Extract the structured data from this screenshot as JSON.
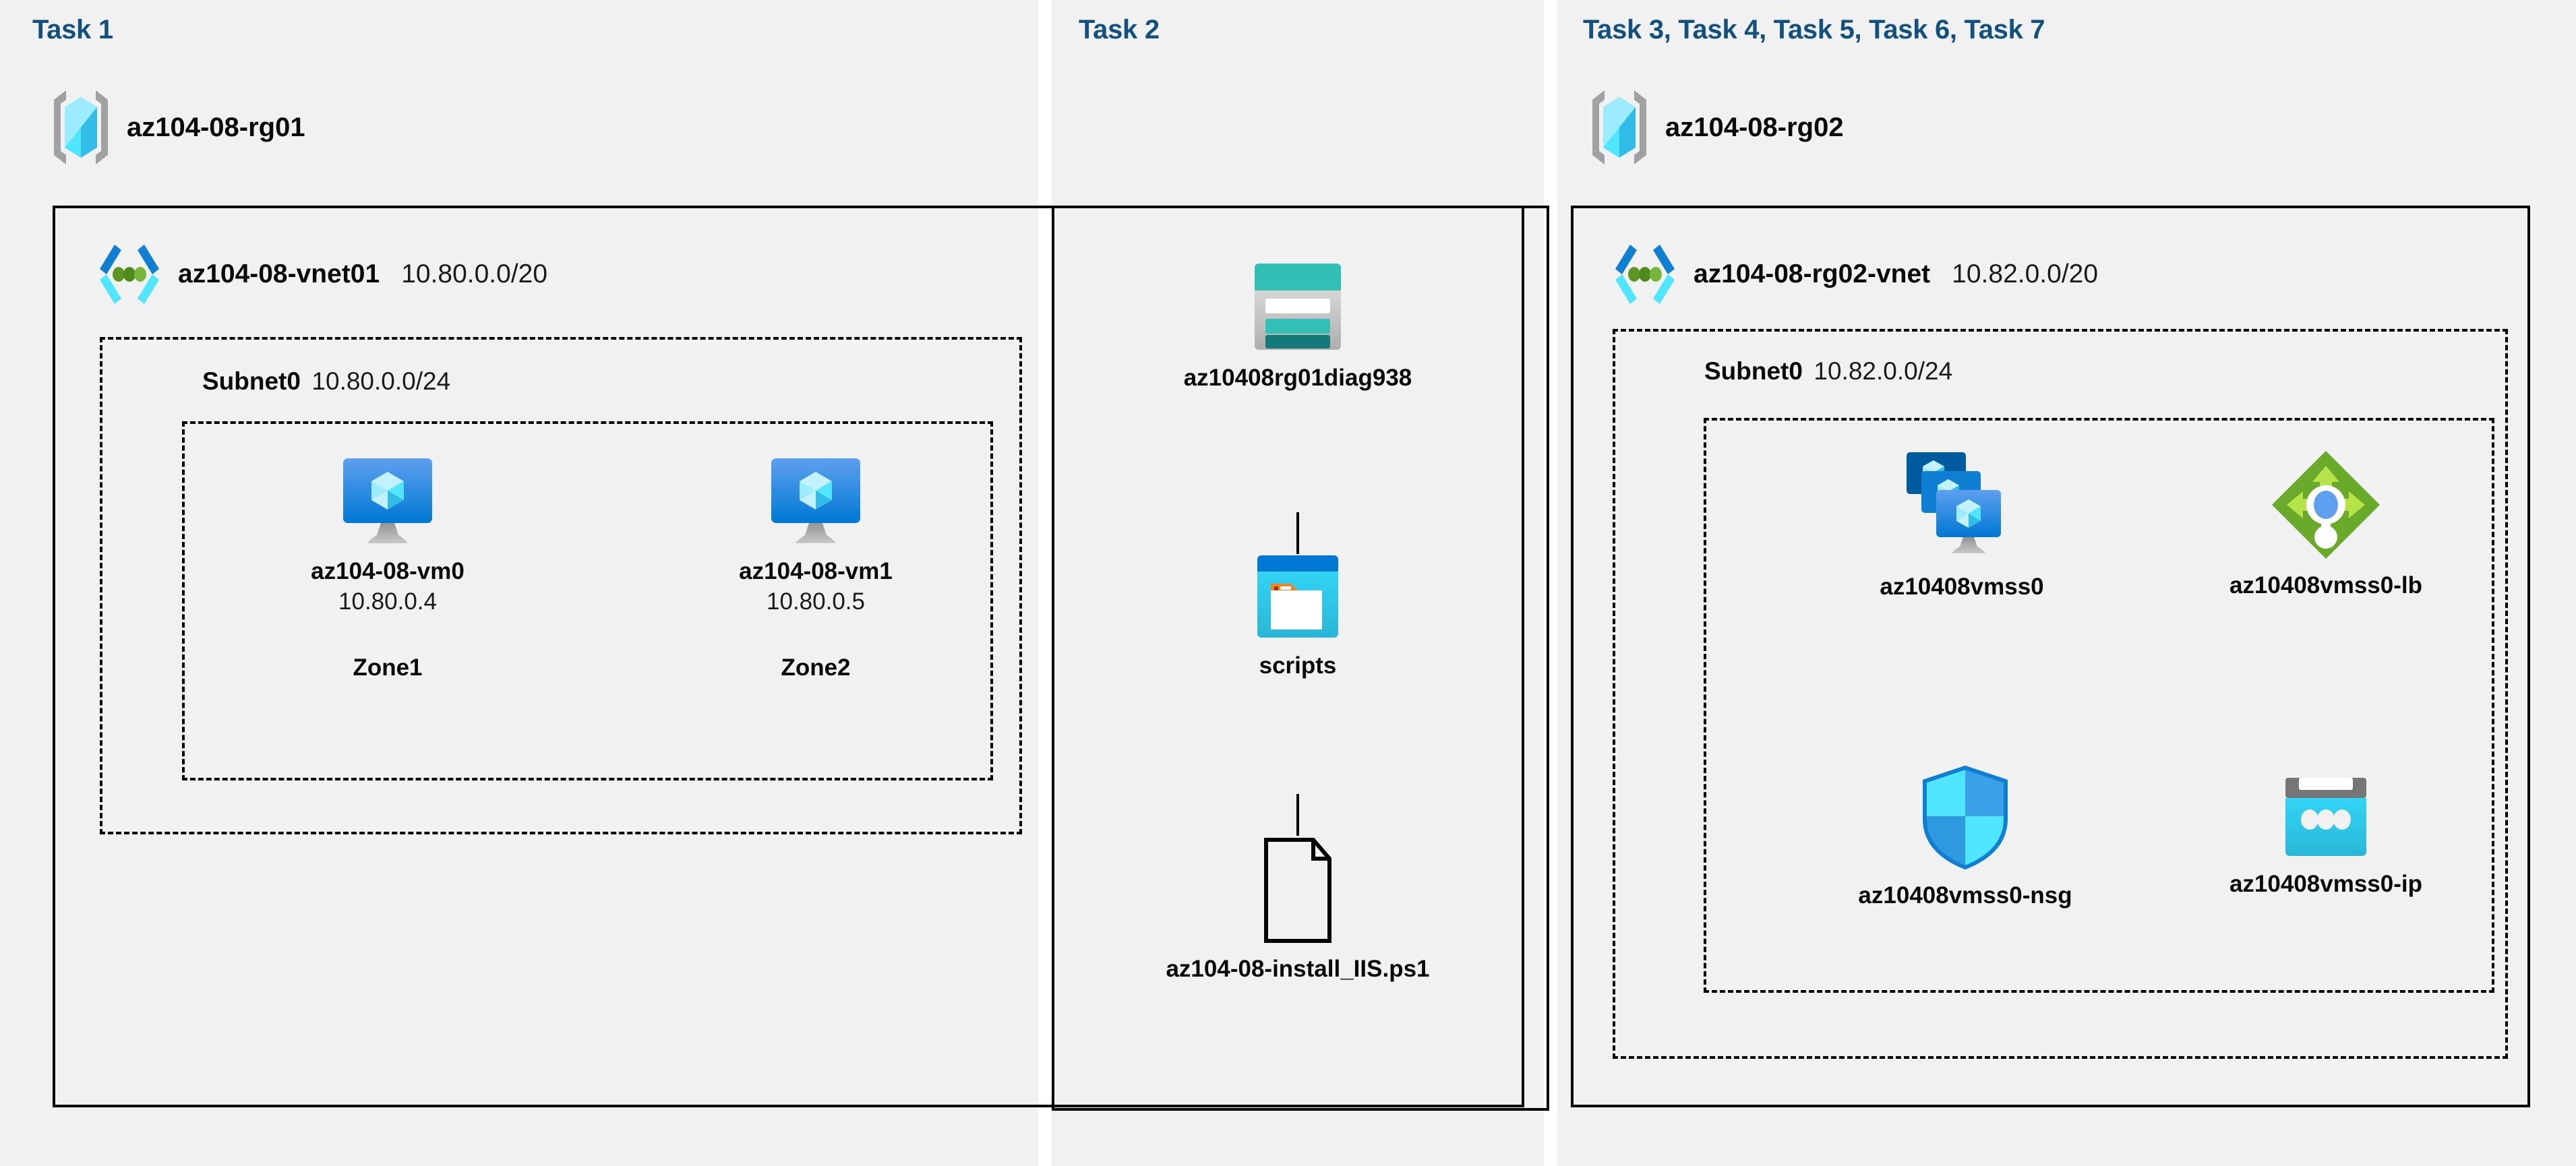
{
  "diagram": {
    "title": "Azure AZ-104 Lab 08 architecture",
    "background": "#ffffff",
    "panel_background": "#f1f1f1",
    "task_label_color": "#11507f",
    "border_color": "#000000"
  },
  "panels": [
    {
      "id": "task1",
      "label": "Task 1"
    },
    {
      "id": "task2",
      "label": "Task 2"
    },
    {
      "id": "task3",
      "label": "Task 3, Task 4, Task 5, Task 6, Task 7"
    }
  ],
  "resource_groups": [
    {
      "id": "rg01",
      "name": "az104-08-rg01",
      "icon": "resource-group-icon"
    },
    {
      "id": "rg02",
      "name": "az104-08-rg02",
      "icon": "resource-group-icon"
    }
  ],
  "vnets": [
    {
      "id": "vnet01",
      "name": "az104-08-vnet01",
      "cidr": "10.80.0.0/20",
      "icon": "virtual-network-icon"
    },
    {
      "id": "rg02vnet",
      "name": "az104-08-rg02-vnet",
      "cidr": "10.82.0.0/20",
      "icon": "virtual-network-icon"
    }
  ],
  "subnets": [
    {
      "id": "subnet0-left",
      "name": "Subnet0",
      "cidr": "10.80.0.0/24"
    },
    {
      "id": "subnet0-right",
      "name": "Subnet0",
      "cidr": "10.82.0.0/24"
    }
  ],
  "virtual_machines": [
    {
      "id": "vm0",
      "name": "az104-08-vm0",
      "ip": "10.80.0.4",
      "zone": "Zone1",
      "icon": "virtual-machine-icon"
    },
    {
      "id": "vm1",
      "name": "az104-08-vm1",
      "ip": "10.80.0.5",
      "zone": "Zone2",
      "icon": "virtual-machine-icon"
    }
  ],
  "storage": {
    "account": {
      "name": "az10408rg01diag938",
      "icon": "storage-account-icon"
    },
    "container": {
      "name": "scripts",
      "icon": "blob-container-icon"
    },
    "blob": {
      "name": "az104-08-install_IIS.ps1",
      "icon": "script-file-icon"
    }
  },
  "scale_set_resources": [
    {
      "id": "vmss",
      "name": "az10408vmss0",
      "icon": "vm-scale-set-icon"
    },
    {
      "id": "lb",
      "name": "az10408vmss0-lb",
      "icon": "load-balancer-icon"
    },
    {
      "id": "nsg",
      "name": "az10408vmss0-nsg",
      "icon": "network-security-group-icon"
    },
    {
      "id": "pip",
      "name": "az10408vmss0-ip",
      "icon": "public-ip-address-icon"
    }
  ],
  "colors": {
    "task_blue": "#11507f",
    "azure_cyan": "#50e6ff",
    "azure_blue": "#0078d4",
    "vnet_green_dot": "#5e9624",
    "storage_teal": "#32bfb5",
    "storage_teal_dark": "#15797a",
    "lb_green": "#6aaa2b",
    "lb_green_light": "#b4e34a",
    "lb_center_blue": "#5ea0ef",
    "container_orange": "#f58220",
    "gray_bracket": "#a0a1a2"
  }
}
